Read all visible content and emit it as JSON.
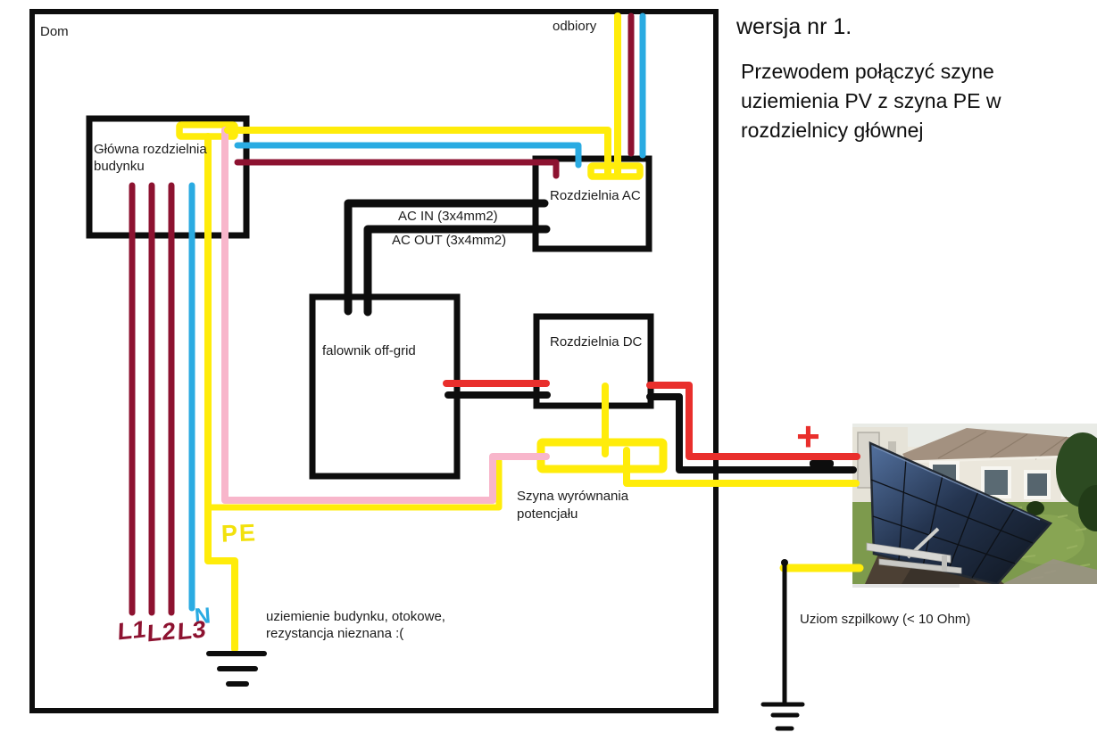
{
  "colors": {
    "outline": "#0d0d0d",
    "wire_phase": "#8d1230",
    "wire_neutral": "#2aabe2",
    "wire_pe": "#ffec0a",
    "wire_pe_pink": "#f8b6cb",
    "wire_dc_plus": "#e92f2c",
    "wire_dc_minus": "#0d0d0d"
  },
  "labels": {
    "dom": "Dom",
    "odbiory": "odbiory",
    "main_panel_line1": "Główna rozdzielnia",
    "main_panel_line2": "budynku",
    "ac_panel": "Rozdzielnia AC",
    "dc_panel": "Rozdzielnia DC",
    "inverter": "falownik off-grid",
    "ac_in": "AC IN (3x4mm2)",
    "ac_out": "AC OUT (3x4mm2)",
    "equipotential_line1": "Szyna wyrównania",
    "equipotential_line2": "potencjału",
    "pe": "PE",
    "n": "N",
    "l1": "L1",
    "l2": "L2",
    "l3": "L3",
    "building_earth_line1": "uziemienie budynku, otokowe,",
    "building_earth_line2": "rezystancja nieznana :(",
    "earth_rod": "Uziom szpilkowy (< 10 Ohm)",
    "dc_positive": "+"
  },
  "note": {
    "version": "wersja nr 1.",
    "line1": "Przewodem połączyć szyne",
    "line2": "uziemienia PV z szyna PE w",
    "line3": "rozdzielnicy głównej"
  }
}
